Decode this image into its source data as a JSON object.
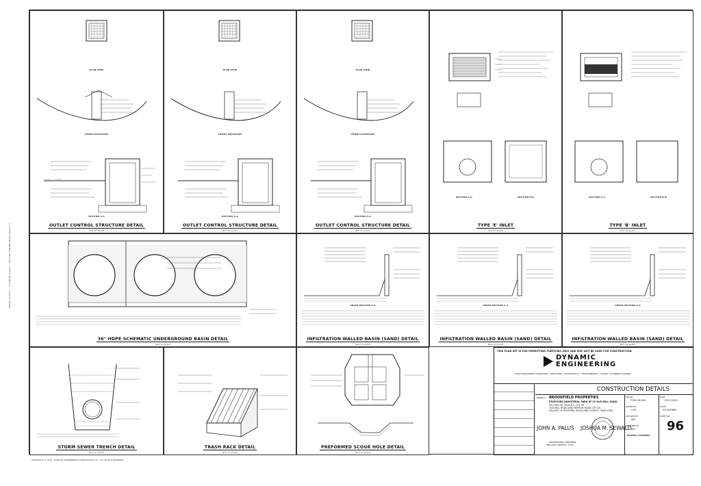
{
  "sheet": {
    "copyright": "COPYRIGHT © 2022 - DYNAMIC ENGINEERING CONSULTANTS, PC - ALL RIGHTS RESERVED",
    "side_text": "Plotted: 12/17/21 — 4:10 PM By: jpalmer — Xref'd for: CAD (N0) Model (Scale 1=1)"
  },
  "details": {
    "outlet1": {
      "title": "OUTLET CONTROL STRUCTURE DETAIL",
      "scale": "NOT TO SCALE",
      "plan": "PLAN VIEW",
      "front": "FRONT ELEVATION",
      "section": "SECTION A-A"
    },
    "outlet2": {
      "title": "OUTLET CONTROL STRUCTURE DETAIL",
      "scale": "NOT TO SCALE",
      "plan": "PLAN VIEW",
      "front": "FRONT ELEVATION",
      "section": "SECTION A-A"
    },
    "outlet3": {
      "title": "OUTLET CONTROL STRUCTURE DETAIL",
      "scale": "NOT TO SCALE",
      "plan": "PLAN VIEW",
      "front": "FRONT ELEVATION",
      "section": "SECTION A-A"
    },
    "inletE": {
      "title": "TYPE 'E' INLET",
      "scale": "NOT TO SCALE",
      "sec1": "SECTION A-A",
      "sec2": "SECTION B-B"
    },
    "inletB": {
      "title": "TYPE 'B' INLET",
      "scale": "NOT TO SCALE",
      "sec1": "SECTION A-A",
      "sec2": "SECTION B-B"
    },
    "hdpe": {
      "title": "36\" HDPE SCHEMATIC UNDERGROUND BASIN DETAIL",
      "scale": "NOT TO SCALE"
    },
    "infil1": {
      "title": "INFILTRATION WALLED BASIN (SAND) DETAIL",
      "scale": "NOT TO SCALE",
      "cross": "CROSS-SECTION A-A"
    },
    "infil2": {
      "title": "INFILTRATION WALLED BASIN (SAND) DETAIL",
      "scale": "NOT TO SCALE",
      "cross": "CROSS-SECTION A-A"
    },
    "infil3": {
      "title": "INFILTRATION WALLED BASIN (SAND) DETAIL",
      "scale": "NOT TO SCALE",
      "cross": "CROSS-SECTION A-A"
    },
    "trench": {
      "title": "STORM SEWER TRENCH DETAIL",
      "scale": "NOT TO SCALE"
    },
    "trash": {
      "title": "TRASH RACK DETAIL",
      "scale": "NOT TO SCALE"
    },
    "scour": {
      "title": "PREFORMED SCOUR HOLE DETAIL",
      "scale": "NOT TO SCALE"
    }
  },
  "titleblock": {
    "banner": "THIS PLAN SET IS FOR PERMITTING PURPOSES ONLY AND MAY NOT BE USED FOR CONSTRUCTION",
    "company_line1": "DYNAMIC",
    "company_line2": "ENGINEERING",
    "services": "LAND DEVELOPMENT CONSULTING • PERMITTING • GEOTECHNICAL • ENVIRONMENTAL • SURVEY • PLANNING & ZONING",
    "sheet_title": "CONSTRUCTION DETAILS",
    "project_label": "PROJECT:",
    "project_name": "BROOKFIELD PROPERTIES",
    "project_desc": "PROPOSED INDUSTRIAL PARK AT 23 OLD MILL ROAD",
    "project_loc1": "SECTION 30, BLOCK 1, LOT 55",
    "project_loc2": "OLD MILL ROAD AND HEMION ROAD (CR 53)",
    "project_loc3": "VILLAGE OF SUFFERN, ROCKLAND COUNTY, NEW YORK",
    "job_label": "JOB NO:",
    "job_no": "7700-99-004",
    "date_label": "DATE:",
    "date": "12/17/2021",
    "drawn_label": "DRAWN BY:",
    "drawn_by": "CAS",
    "checked_label": "CHECKED BY:",
    "checked_by": "JAG",
    "designed_label": "DESIGNED BY:",
    "designed_by": "JAG",
    "scale_label": "SCALE:",
    "scale": "AS SHOWN",
    "sheet_label": "SHEET NO:",
    "sheet_no": "96",
    "engineer1": "JOHN A. PALUS",
    "engineer2": "JOSHUA M. SEWALD",
    "eng_title": "PROFESSIONAL ENGINEER",
    "eng_license": "NEW YORK LICENSE No. 97743",
    "protect": "PROTECT YOURSELF"
  }
}
